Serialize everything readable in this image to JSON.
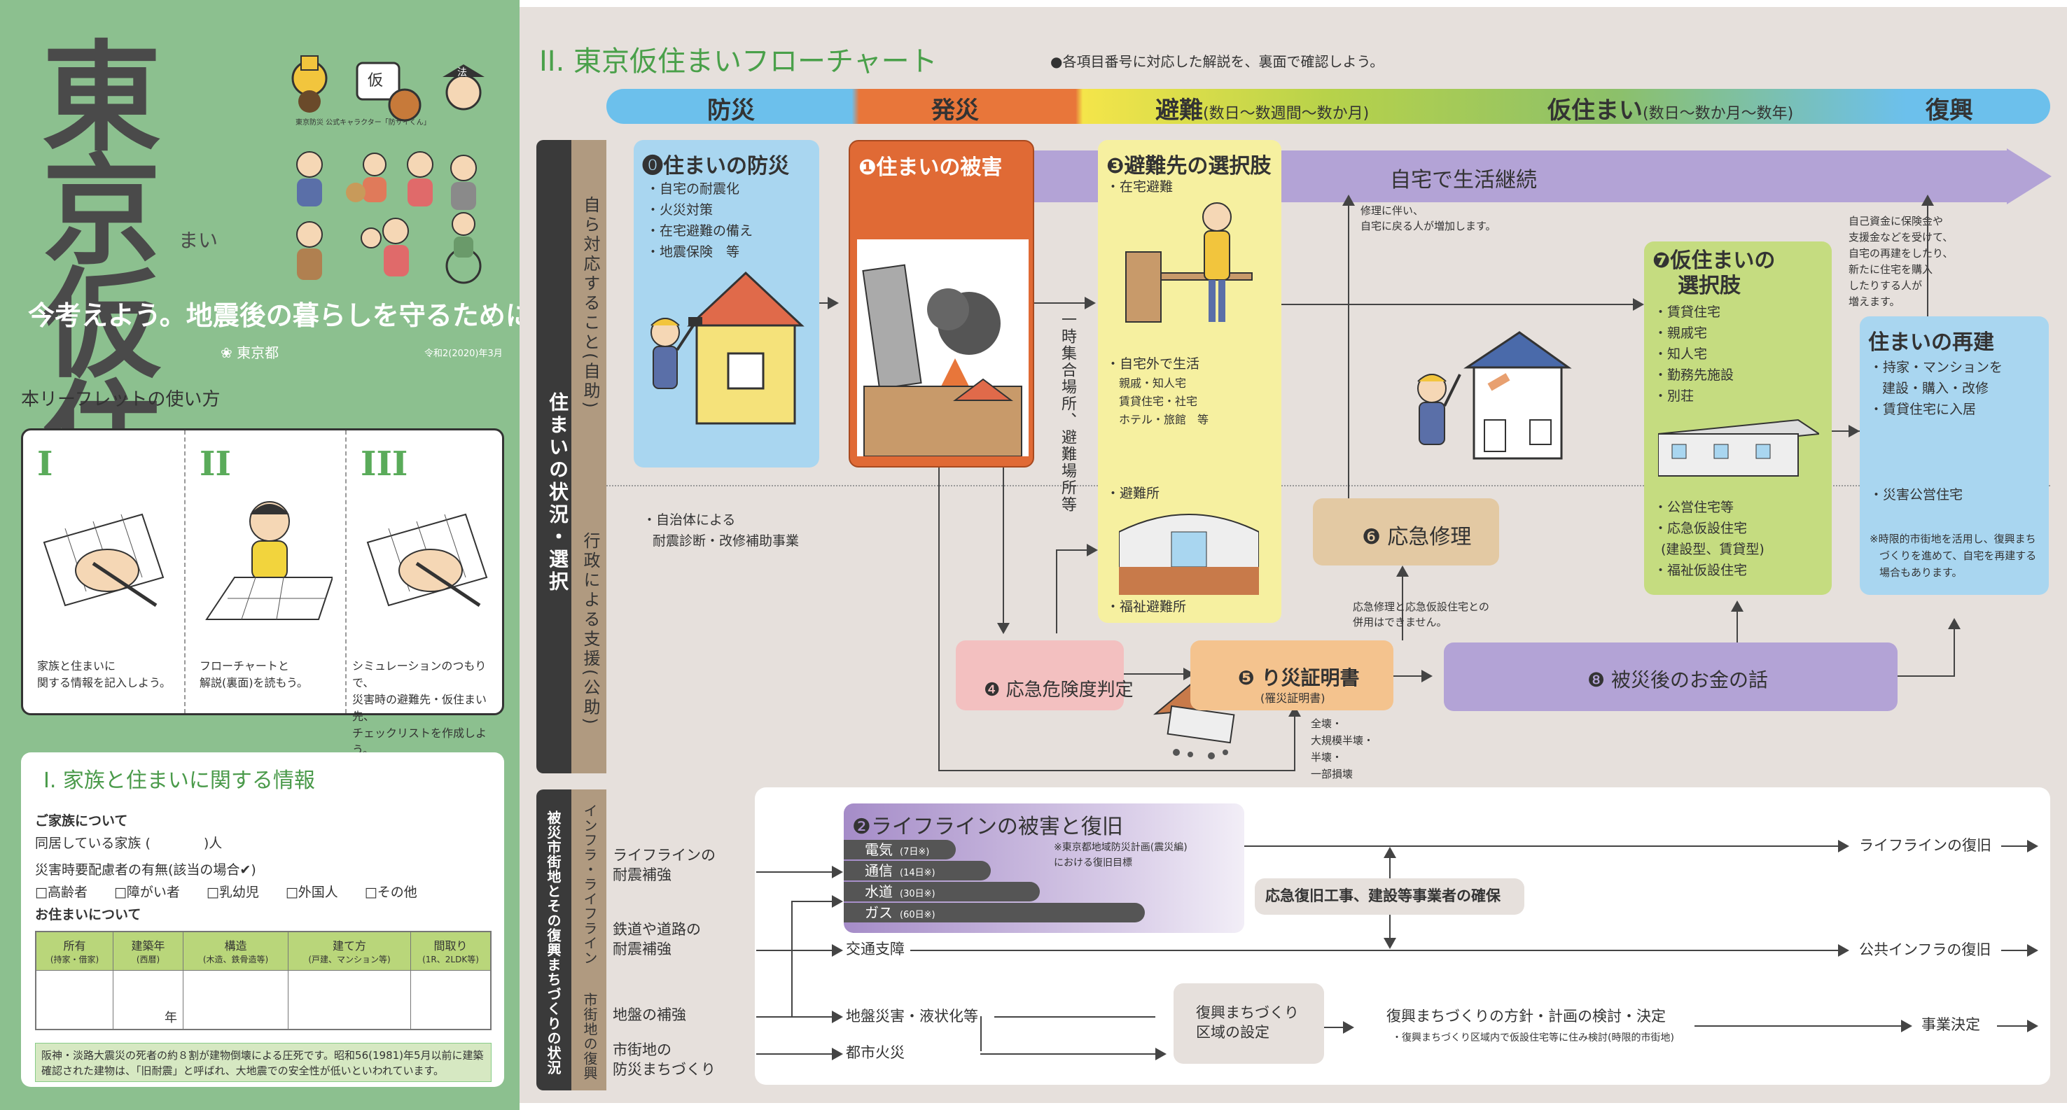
{
  "left": {
    "title_line1": "東京",
    "title_line2": "仮住",
    "title_ruby": "まい",
    "mascot_caption": "東京防災 公式キャラクター「防サイくん」",
    "subtitle": "今考えよう。地震後の暮らしを守るために。",
    "publisher": "東京都",
    "date": "令和2(2020)年3月",
    "howto_title": "本リーフレットの使い方",
    "howto": [
      {
        "roman": "I",
        "text1": "家族と住まいに",
        "text2": "関する情報を記入しよう。"
      },
      {
        "roman": "II",
        "text1": "フローチャートと",
        "text2": "解説(裏面)を読もう。"
      },
      {
        "roman": "III",
        "text1": "シミュレーションのつもりで、",
        "text2": "災害時の避難先・仮住まい先、",
        "text3": "チェックリストを作成しよう。"
      }
    ],
    "sec1_title": "I. 家族と住まいに関する情報",
    "family_label": "ご家族について",
    "family_count": "同居している家族 (　　　　)人",
    "care_label": "災害時要配慮者の有無(該当の場合✔)",
    "care_options": "□高齢者　　□障がい者　　□乳幼児　　□外国人　　□その他",
    "home_label": "お住まいについて",
    "table_headers": [
      {
        "main": "所有",
        "sub": "(持家・借家)"
      },
      {
        "main": "建築年",
        "sub": "(西暦)"
      },
      {
        "main": "構造",
        "sub": "(木造、鉄骨造等)"
      },
      {
        "main": "建て方",
        "sub": "(戸建、マンション等)"
      },
      {
        "main": "間取り",
        "sub": "(1R、2LDK等)"
      }
    ],
    "year_unit": "年",
    "note": "阪神・淡路大震災の死者の約８割が建物倒壊による圧死です。昭和56(1981)年5月以前に建築確認された建物は、「旧耐震」と呼ばれ、大地震での安全性が低いといわれています。"
  },
  "flow": {
    "title": "II. 東京仮住まいフローチャート",
    "note": "●各項目番号に対応した解説を、裏面で確認しよう。",
    "phases": {
      "bousai": "防災",
      "hassai": "発災",
      "hinan": "避難",
      "hinan_sub": "(数日〜数週間〜数か月)",
      "karizumai": "仮住まい",
      "karizumai_sub": "(数日〜数か月〜数年)",
      "fukko": "復興"
    },
    "side_main": "住まいの状況・選択",
    "side_self": "自ら対応すること(自助)",
    "side_admin": "行政による支援(公助)",
    "side_infra": "被災市街地とその復興まちづくりの状況",
    "side_infra_a": "インフラ・ライフライン",
    "side_infra_b": "市街地の復興",
    "box0": {
      "title": "⓿住まいの防災",
      "items": [
        "・自宅の耐震化",
        "・火災対策",
        "・在宅避難の備え",
        "・地震保険　等"
      ]
    },
    "box1": {
      "title": "❶住まいの被害"
    },
    "box3": {
      "title": "❸避難先の選択肢",
      "items": [
        "・在宅避難"
      ],
      "items2": [
        "・自宅外で生活"
      ],
      "items2b": [
        "親戚・知人宅",
        "賃貸住宅・社宅",
        "ホテル・旅館　等"
      ],
      "items3": [
        "・避難所"
      ],
      "items4": [
        "・福祉避難所"
      ]
    },
    "home_continue": "自宅で生活継続",
    "temp_place": "一時集合場所、避難場所等",
    "repair_note": [
      "修理に伴い、",
      "自宅に戻る人が増加します。"
    ],
    "box6": "❻ 応急修理",
    "repair_vs_note": [
      "応急修理と応急仮設住宅との",
      "併用はできません。"
    ],
    "box7": {
      "title1": "❼仮住まいの",
      "title2": "選択肢",
      "items": [
        "・賃貸住宅",
        "・親戚宅",
        "・知人宅",
        "・勤務先施設",
        "・別荘"
      ],
      "items2": [
        "・公営住宅等",
        "・応急仮設住宅",
        "(建設型、賃貸型)",
        "・福祉仮設住宅"
      ]
    },
    "self_rebuild_note": [
      "自己資金に保険金や",
      "支援金などを受けて、",
      "自宅の再建をしたり、",
      "新たに住宅を購入",
      "したりする人が",
      "増えます。"
    ],
    "rebuild": {
      "title": "住まいの再建",
      "items": [
        "・持家・マンションを",
        "建設・購入・改修",
        "・賃貸住宅に入居"
      ],
      "items2": [
        "・災害公営住宅"
      ],
      "note": [
        "※時限的市街地を活用し、復興まち",
        "づくりを進めて、自宅を再建する",
        "場合もあります。"
      ]
    },
    "admin_note": [
      "・自治体による",
      "耐震診断・改修補助事業"
    ],
    "box4": "❹ 応急危険度判定",
    "box5": {
      "title": "❺ り災証明書",
      "sub": "(罹災証明書)"
    },
    "damage_levels": [
      "全壊・",
      "大規模半壊・",
      "半壊・",
      "一部損壊"
    ],
    "box8": "❽ 被災後のお金の話",
    "infra": {
      "ll_title": "❷ライフラインの被害と復旧",
      "ll_bars": [
        {
          "name": "電気",
          "days": "(7日※)"
        },
        {
          "name": "通信",
          "days": "(14日※)"
        },
        {
          "name": "水道",
          "days": "(30日※)"
        },
        {
          "name": "ガス",
          "days": "(60日※)"
        }
      ],
      "ll_note": [
        "※東京都地域防災計画(震災編)",
        "における復旧目標"
      ],
      "ll_quake": [
        "ライフラインの",
        "耐震補強"
      ],
      "rail_quake": [
        "鉄道や道路の",
        "耐震補強"
      ],
      "ground": "地盤の補強",
      "city_fire": [
        "市街地の",
        "防災まちづくり"
      ],
      "traffic": "交通支障",
      "liquefaction": "地盤災害・液状化等",
      "fire": "都市火災",
      "emergency_work": "応急復旧工事、建設等事業者の確保",
      "ll_recovery": "ライフラインの復旧",
      "infra_recovery": "公共インフラの復旧",
      "zone": [
        "復興まちづくり",
        "区域の設定"
      ],
      "policy": "復興まちづくりの方針・計画の検討・決定",
      "policy_note": "・復興まちづくり区域内で仮設住宅等に住み検討(時限的市街地)",
      "decision": "事業決定"
    }
  },
  "colors": {
    "green": "#8cc08f",
    "orange": "#e06a35",
    "blue_box": "#a9d6f0",
    "yellow_box": "#f6f0a0",
    "lime_box": "#c5dc80",
    "purple": "#b3a3d6",
    "pink": "#f3c0c0",
    "tan": "#e3c9a3",
    "peach": "#f4c38e"
  }
}
